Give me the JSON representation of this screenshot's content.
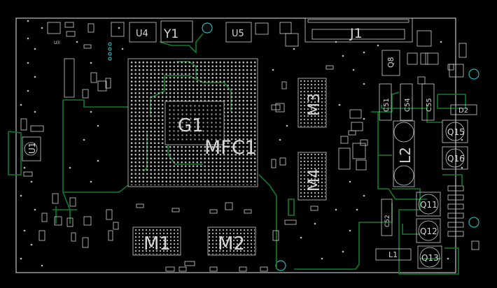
{
  "board": {
    "colors": {
      "background": "#000000",
      "silk": "#e6e6e6",
      "trace": "#0f7d2a",
      "hole": "#22b3b3"
    },
    "designators": {
      "U4": "U4",
      "Y1": "Y1",
      "U5": "U5",
      "J1": "J1",
      "U3": "U3",
      "Q8": "Q8",
      "G1": "G1",
      "MFC1": "MFC1",
      "M3": "M3",
      "M4": "M4",
      "C51": "C51",
      "C54": "C54",
      "C55": "C55",
      "D2": "D2",
      "Q15": "Q15",
      "Q16": "Q16",
      "L2": "L2",
      "Q11": "Q11",
      "Q12": "Q12",
      "Q13": "Q13",
      "C52": "C52",
      "L1": "L1",
      "M1": "M1",
      "M2": "M2",
      "U1": "U1"
    }
  }
}
